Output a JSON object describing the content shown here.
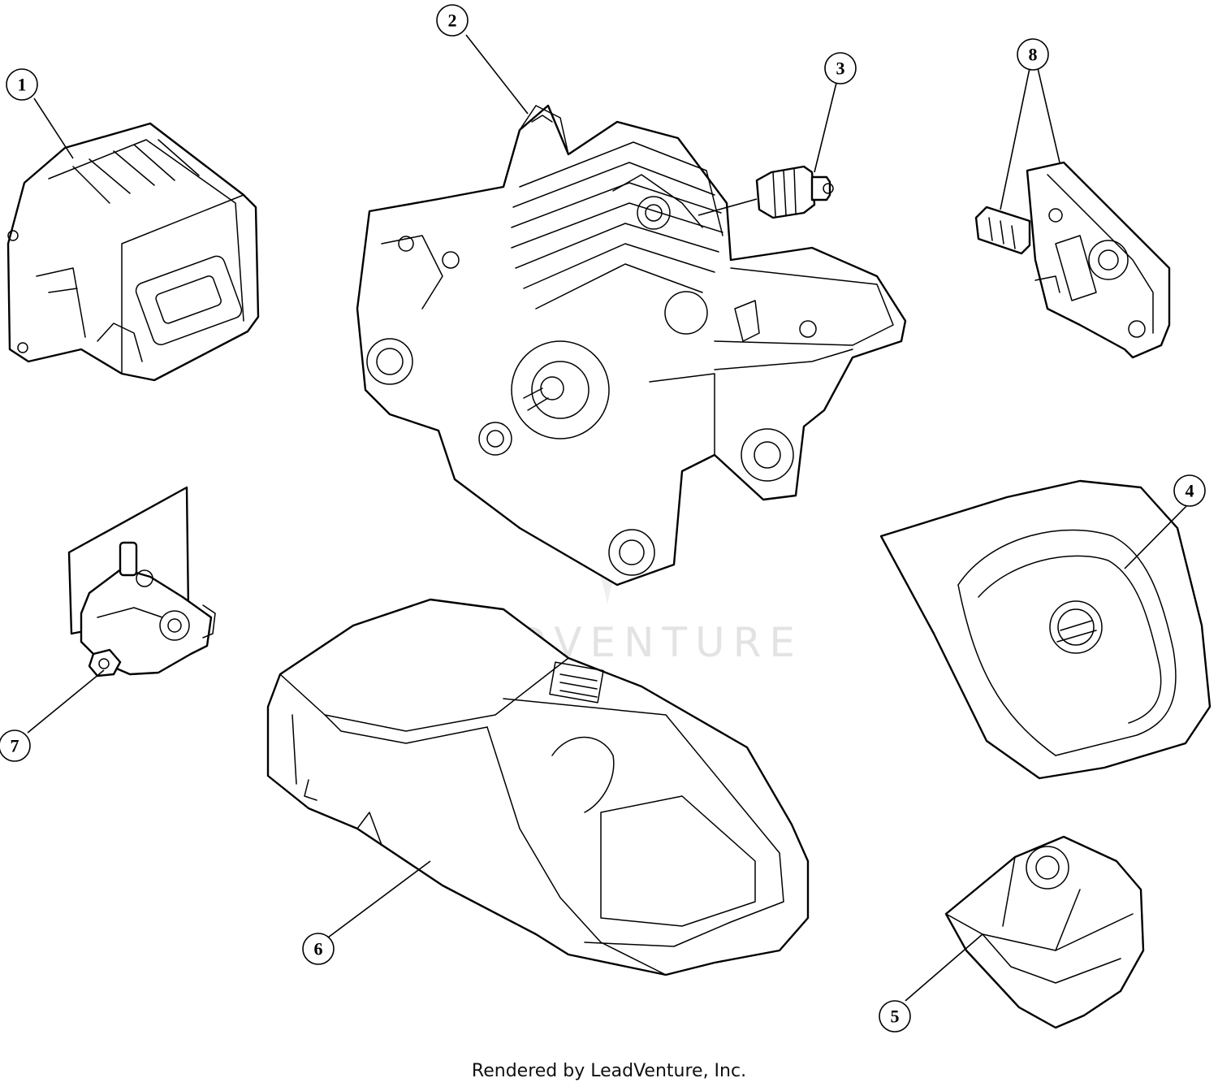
{
  "diagram": {
    "callouts": [
      "1",
      "2",
      "3",
      "4",
      "5",
      "6",
      "7",
      "8"
    ],
    "watermark": "LEADVENTURE",
    "footer": "Rendered by LeadVenture, Inc."
  }
}
